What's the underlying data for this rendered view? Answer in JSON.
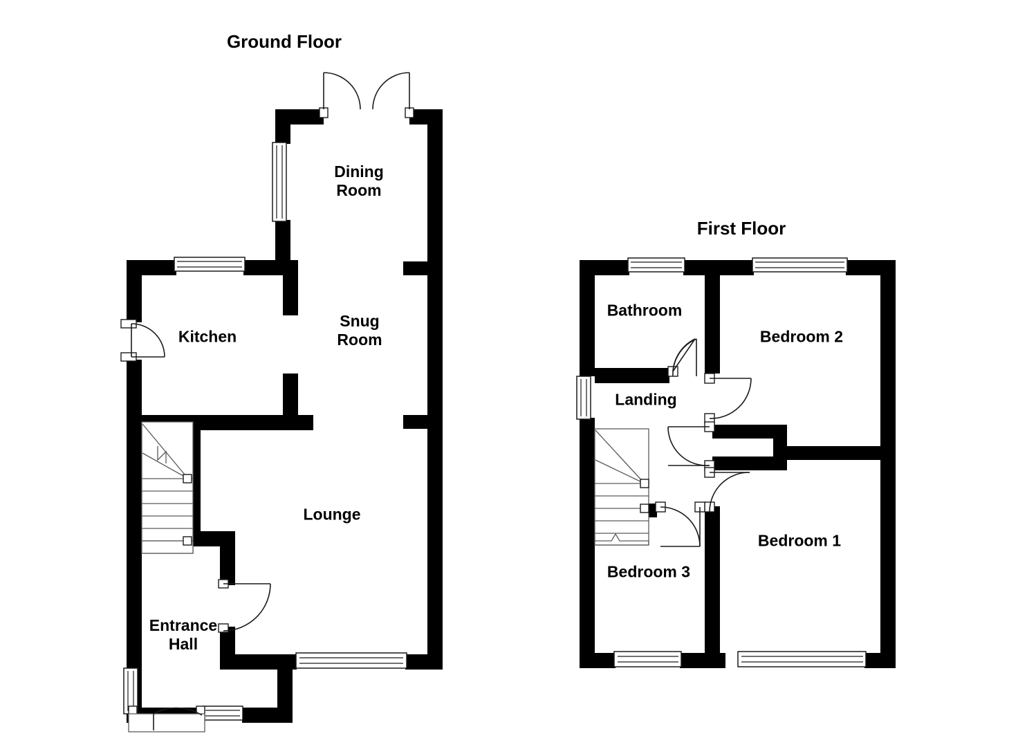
{
  "document": {
    "type": "residential-floor-plan",
    "floors": [
      {
        "id": "ground",
        "title": "Ground Floor",
        "rooms": [
          {
            "name": "Dining Room",
            "label_line1": "Dining",
            "label_line2": "Room"
          },
          {
            "name": "Kitchen",
            "label_line1": "Kitchen",
            "label_line2": ""
          },
          {
            "name": "Snug Room",
            "label_line1": "Snug",
            "label_line2": "Room"
          },
          {
            "name": "Lounge",
            "label_line1": "Lounge",
            "label_line2": ""
          },
          {
            "name": "Entrance Hall",
            "label_line1": "Entrance",
            "label_line2": "Hall"
          }
        ],
        "features": {
          "windows": 6,
          "doors": 4,
          "french_doors": 1,
          "staircase": "quarter-turn-winder"
        }
      },
      {
        "id": "first",
        "title": "First Floor",
        "rooms": [
          {
            "name": "Bathroom",
            "label_line1": "Bathroom",
            "label_line2": ""
          },
          {
            "name": "Bedroom 2",
            "label_line1": "Bedroom 2",
            "label_line2": ""
          },
          {
            "name": "Landing",
            "label_line1": "Landing",
            "label_line2": ""
          },
          {
            "name": "Bedroom 1",
            "label_line1": "Bedroom 1",
            "label_line2": ""
          },
          {
            "name": "Bedroom 3",
            "label_line1": "Bedroom 3",
            "label_line2": ""
          }
        ],
        "features": {
          "windows": 5,
          "doors": 4,
          "cupboard": 1,
          "staircase": "quarter-turn-winder"
        }
      }
    ],
    "colors": {
      "wall": "#000000",
      "background": "#ffffff",
      "text": "#000000",
      "line": "#1a1a1a",
      "stair_line": "#5a5a5a"
    }
  },
  "ground_floor": {
    "title": "Ground Floor",
    "labels": {
      "dining_room_1": "Dining",
      "dining_room_2": "Room",
      "kitchen": "Kitchen",
      "snug_room_1": "Snug",
      "snug_room_2": "Room",
      "lounge": "Lounge",
      "entrance_hall_1": "Entrance",
      "entrance_hall_2": "Hall"
    }
  },
  "first_floor": {
    "title": "First Floor",
    "labels": {
      "bathroom": "Bathroom",
      "bedroom_2": "Bedroom 2",
      "landing": "Landing",
      "bedroom_1": "Bedroom 1",
      "bedroom_3": "Bedroom 3"
    }
  }
}
